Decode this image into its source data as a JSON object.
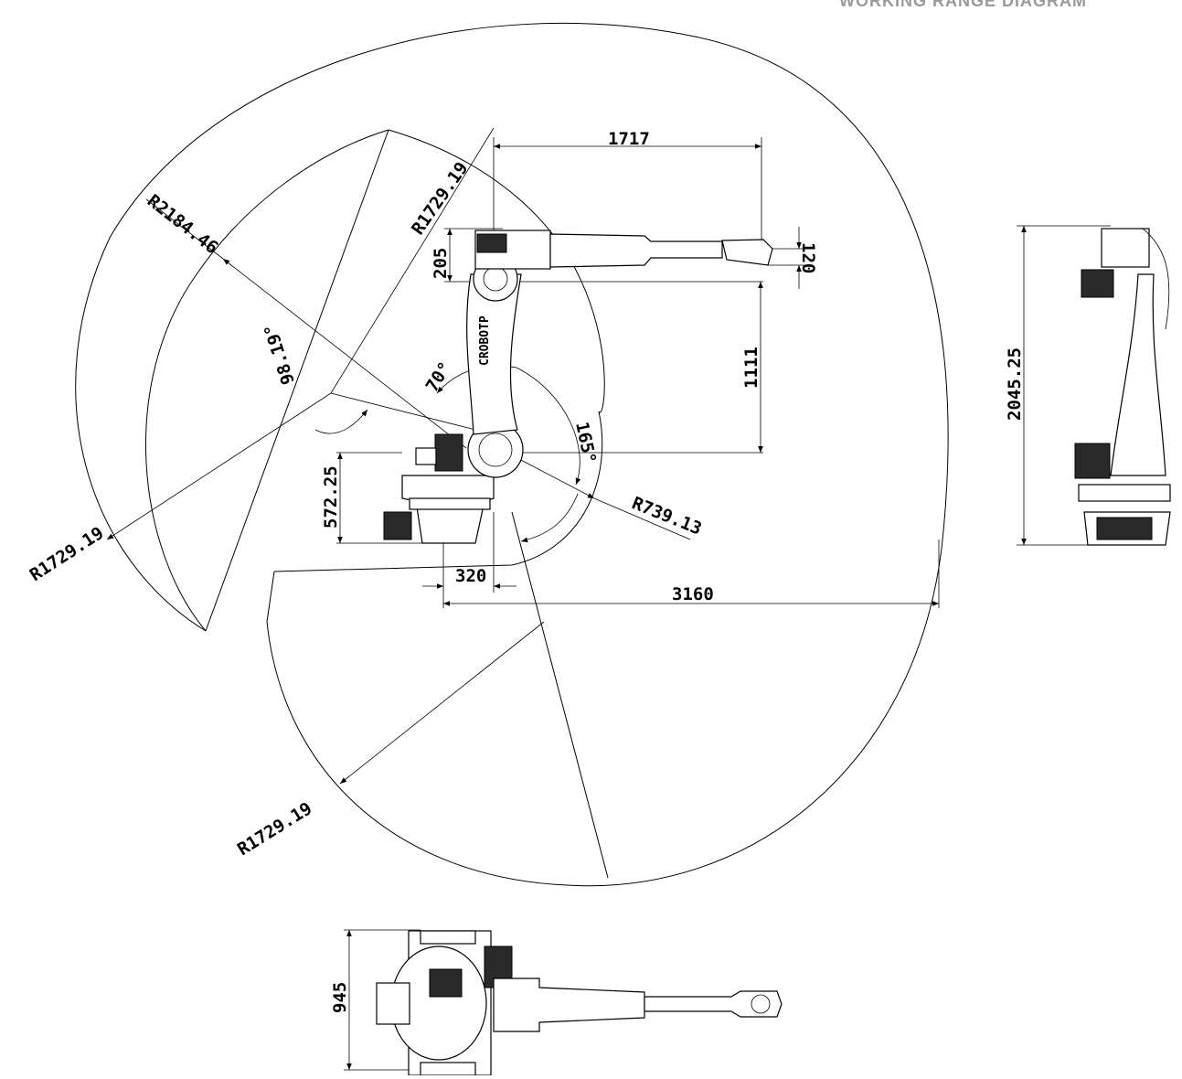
{
  "header": {
    "title": "WORKING RANGE DIAGRAM"
  },
  "logo": {
    "text": "CROBOTP"
  },
  "dimensions": {
    "d1717": "1717",
    "d120": "120",
    "d205": "205",
    "d1111": "1111",
    "d572": "572.25",
    "d320": "320",
    "d3160": "3160",
    "d2045": "2045.25",
    "d945": "945",
    "r2184": "R2184.46",
    "r1729_top": "R1729.19",
    "r1729_left": "R1729.19",
    "r1729_bottom": "R1729.19",
    "r739": "R739.13",
    "a70": "70°",
    "a165": "165°",
    "a98": "98.19°"
  }
}
